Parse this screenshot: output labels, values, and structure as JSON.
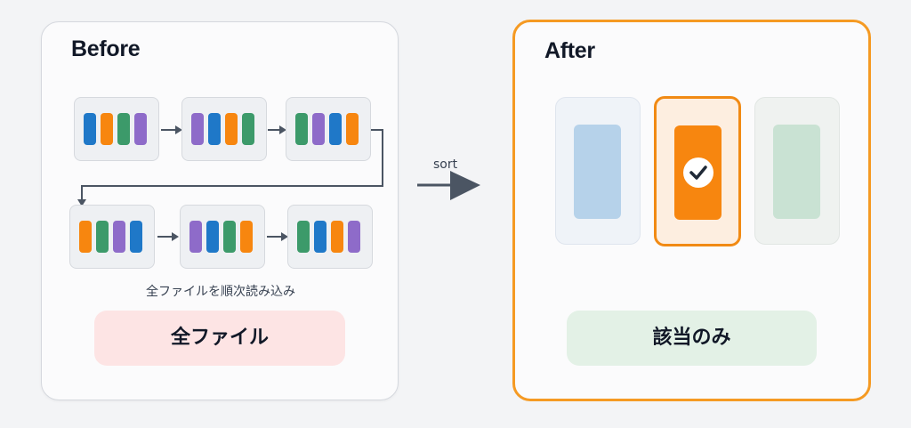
{
  "before": {
    "title": "Before",
    "caption": "全ファイルを順次読み込み",
    "pill_label": "全ファイル",
    "pill_color": "#fde4e4",
    "file_cards": [
      [
        "blue",
        "orange",
        "green",
        "purple"
      ],
      [
        "purple",
        "blue",
        "orange",
        "green"
      ],
      [
        "green",
        "purple",
        "blue",
        "orange"
      ],
      [
        "orange",
        "green",
        "purple",
        "blue"
      ],
      [
        "purple",
        "blue",
        "green",
        "orange"
      ],
      [
        "green",
        "blue",
        "orange",
        "purple"
      ]
    ]
  },
  "middle": {
    "arrow_label": "sort"
  },
  "after": {
    "title": "After",
    "pill_label": "該当のみ",
    "pill_color": "#e3f1e6",
    "cards": [
      {
        "color": "blue",
        "state": "dimmed"
      },
      {
        "color": "orange",
        "state": "selected",
        "icon": "check-icon"
      },
      {
        "color": "green",
        "state": "dimmed"
      }
    ]
  },
  "colors": {
    "blue": "#1f78c8",
    "orange": "#f7860f",
    "green": "#3c9a6a",
    "purple": "#8e6bc9",
    "accent": "#f59a23",
    "arrow": "#4b5563"
  }
}
